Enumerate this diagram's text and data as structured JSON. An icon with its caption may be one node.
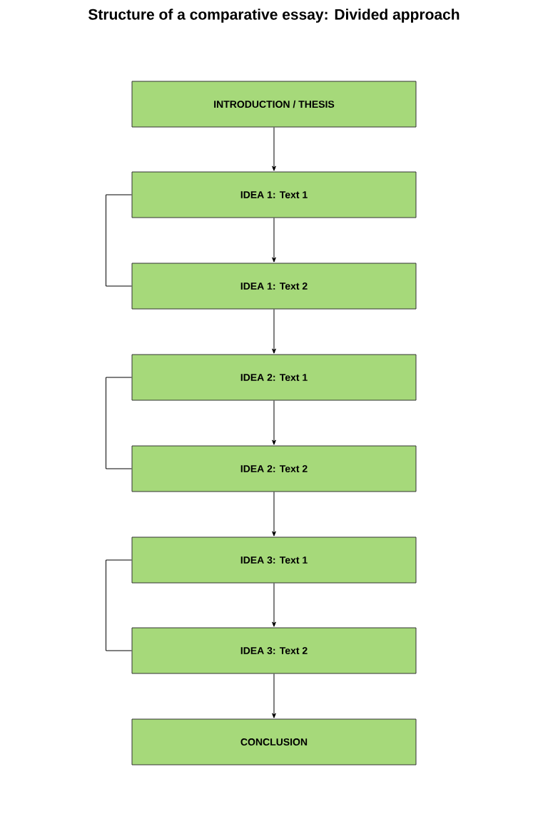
{
  "diagram": {
    "title": "Structure of a comparative essay: Divided approach",
    "nodes": [
      {
        "text": [
          "INTRODUCTION / THESIS"
        ]
      },
      {
        "text": [
          "IDEA 1: Text 1"
        ]
      },
      {
        "text": [
          "IDEA 1: Text 2"
        ]
      },
      {
        "text": [
          "IDEA 2: Text 1"
        ]
      },
      {
        "text": [
          "IDEA 2: Text 2"
        ]
      },
      {
        "text": [
          "IDEA 3: Text 1"
        ]
      },
      {
        "text": [
          "IDEA 3: Text 2"
        ]
      },
      {
        "text": [
          "CONCLUSION"
        ]
      }
    ],
    "edges": [
      {
        "from": 0,
        "to": 1,
        "arrow": "to"
      },
      {
        "from": 1,
        "to": 2,
        "arrow": "to"
      },
      {
        "from": 1,
        "to": 2,
        "arrow": "none"
      },
      {
        "from": 2,
        "to": 3,
        "arrow": "to"
      },
      {
        "from": 3,
        "to": 4,
        "arrow": "to"
      },
      {
        "from": 3,
        "to": 4,
        "arrow": "none"
      },
      {
        "from": 4,
        "to": 5,
        "arrow": "to"
      },
      {
        "from": 5,
        "to": 6,
        "arrow": "to"
      },
      {
        "from": 5,
        "to": 6,
        "arrow": "none"
      },
      {
        "from": 6,
        "to": 7,
        "arrow": "to"
      }
    ]
  }
}
